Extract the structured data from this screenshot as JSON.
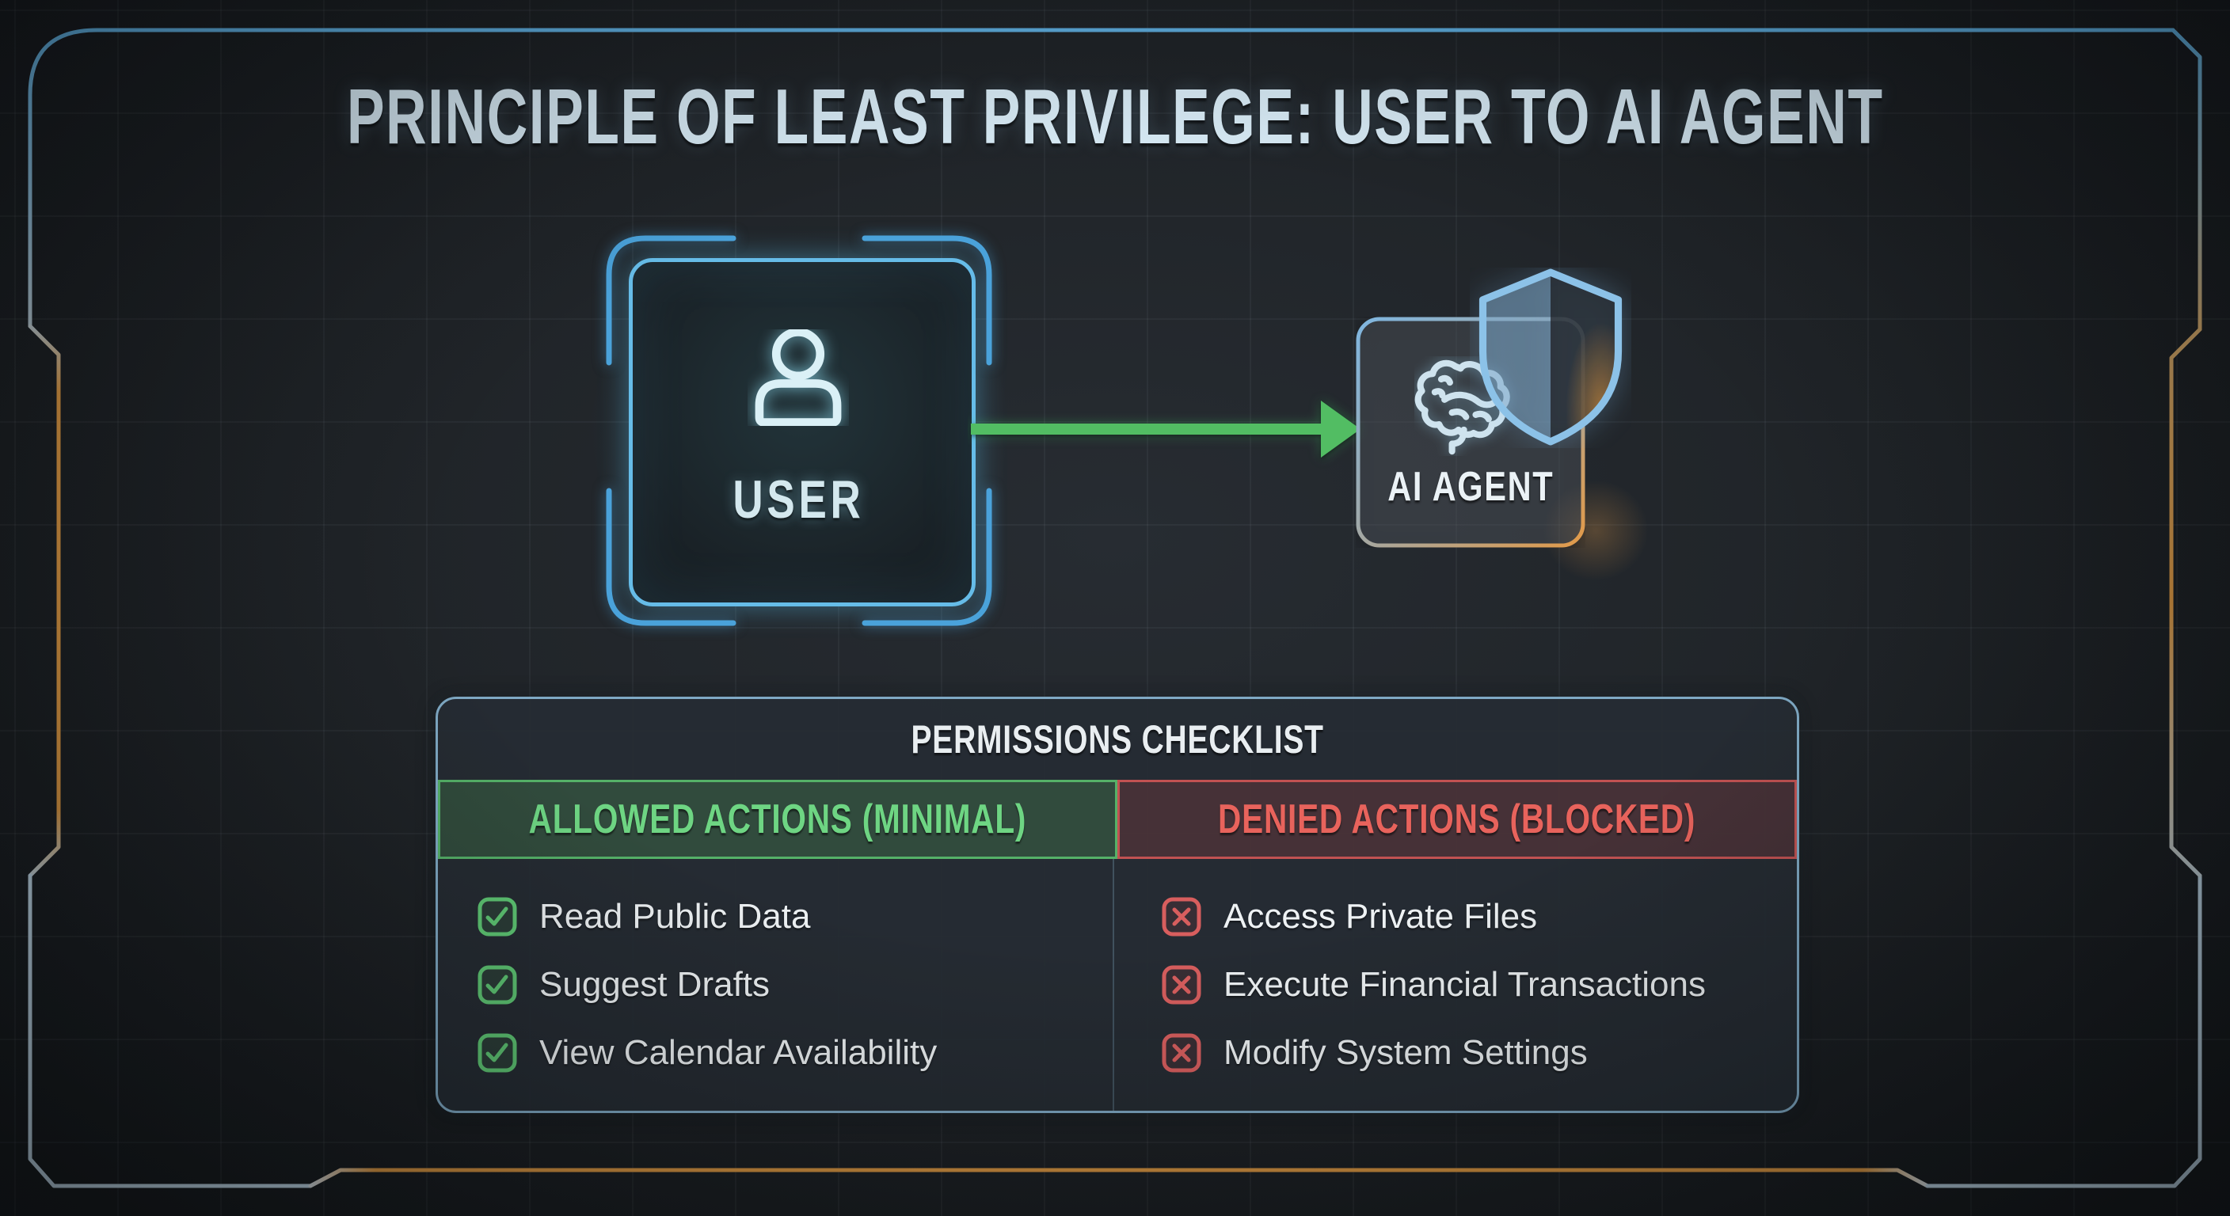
{
  "title": "PRINCIPLE OF LEAST PRIVILEGE: USER TO AI AGENT",
  "diagram": {
    "user": {
      "label": "USER"
    },
    "agent": {
      "label": "AI AGENT"
    },
    "flow": {
      "from": "USER",
      "to": "AI AGENT"
    }
  },
  "checklist": {
    "title": "PERMISSIONS CHECKLIST",
    "columns": [
      {
        "id": "allowed",
        "header": "ALLOWED ACTIONS (MINIMAL)",
        "items": [
          "Read Public Data",
          "Suggest Drafts",
          "View Calendar Availability"
        ]
      },
      {
        "id": "denied",
        "header": "DENIED ACTIONS (BLOCKED)",
        "items": [
          "Access Private Files",
          "Execute Financial Transactions",
          "Modify System Settings"
        ]
      }
    ]
  },
  "colors": {
    "frame_blue": "#5fb0e2",
    "frame_orange": "#d3913f",
    "user_accent": "#66bce8",
    "arrow_green": "#52bd63",
    "allowed_green": "#6ed583",
    "denied_red": "#e8635c",
    "panel_border": "#7fa9c4",
    "background": "#1f2327"
  }
}
